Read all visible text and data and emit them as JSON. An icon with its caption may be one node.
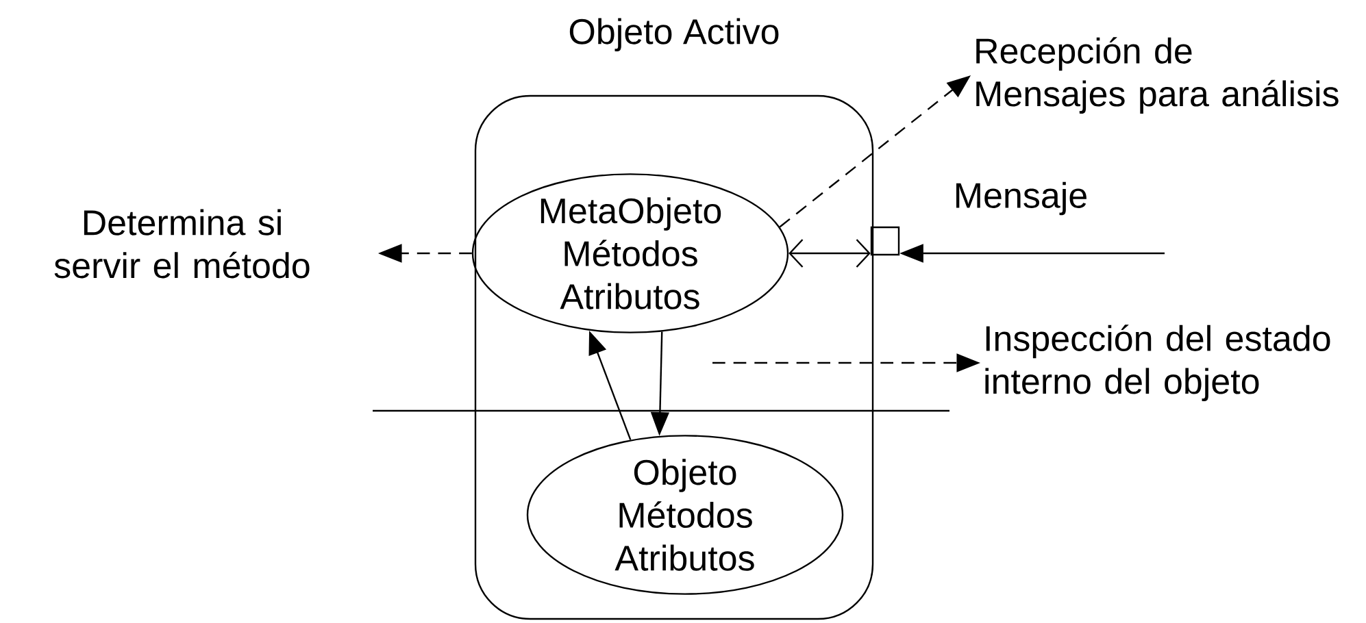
{
  "diagram": {
    "nodes": [
      {
        "text": [
          "Objeto Activo"
        ]
      },
      {
        "text": [
          "MetaObjeto Métodos Atributos"
        ],
        "in": 0
      },
      {
        "text": [
          "Objeto Métodos Atributos"
        ],
        "in": 0
      },
      {
        "text": [],
        "shape": "box"
      },
      {
        "text": [
          "Determina si servir el método"
        ]
      },
      {
        "text": [
          "Recepción de Mensajes para análisis"
        ]
      },
      {
        "text": [
          "Inspección del estado interno del objeto"
        ]
      }
    ],
    "edges": [
      {
        "from": 1,
        "to": 4,
        "arrow": "to",
        "style": "dashed"
      },
      {
        "from": 1,
        "to": 5,
        "arrow": "to",
        "style": "dashed"
      },
      {
        "from": 1,
        "to": 3,
        "arrow": "both"
      },
      {
        "from": null,
        "to": 3,
        "arrow": "to",
        "label": "Mensaje"
      },
      {
        "from": 1,
        "to": 2,
        "arrow": "to"
      },
      {
        "from": 2,
        "to": 1,
        "arrow": "to"
      },
      {
        "from": null,
        "to": 6,
        "arrow": "to",
        "style": "dashed"
      }
    ]
  }
}
